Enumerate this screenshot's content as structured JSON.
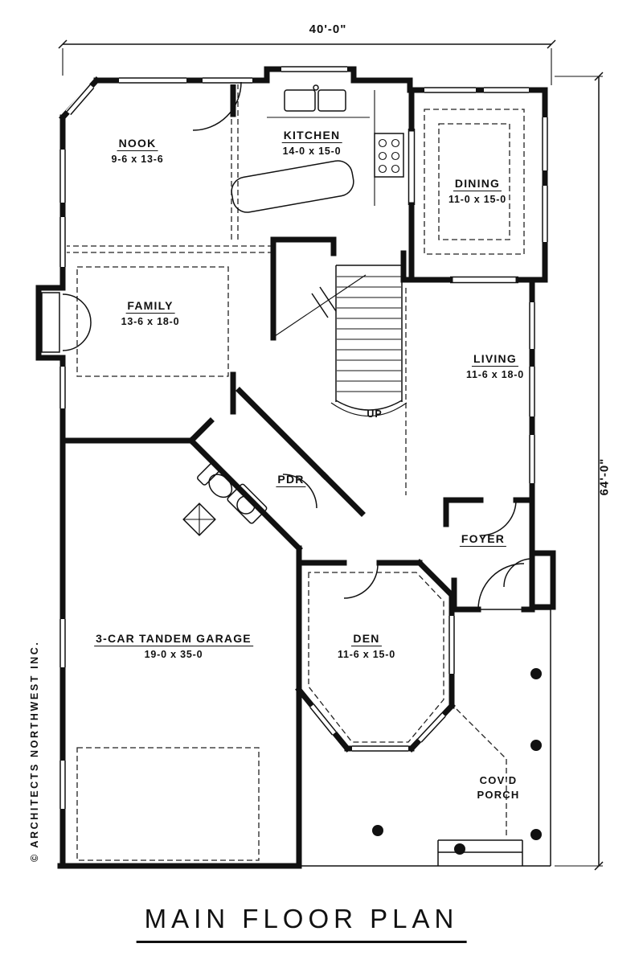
{
  "title": "MAIN FLOOR PLAN",
  "copyright": "© ARCHITECTS NORTHWEST INC.",
  "dimensions": {
    "width_label": "40'-0\"",
    "depth_label": "64'-0\""
  },
  "rooms": {
    "nook": {
      "name": "NOOK",
      "size": "9-6 x 13-6"
    },
    "kitchen": {
      "name": "KITCHEN",
      "size": "14-0 x 15-0"
    },
    "dining": {
      "name": "DINING",
      "size": "11-0 x 15-0"
    },
    "family": {
      "name": "FAMILY",
      "size": "13-6 x 18-0"
    },
    "living": {
      "name": "LIVING",
      "size": "11-6 x 18-0"
    },
    "pdr": {
      "name": "PDR"
    },
    "foyer": {
      "name": "FOYER"
    },
    "den": {
      "name": "DEN",
      "size": "11-6 x 15-0"
    },
    "garage": {
      "name": "3-CAR TANDEM GARAGE",
      "size": "19-0 x 35-0"
    },
    "porch": {
      "line1": "COV'D",
      "line2": "PORCH"
    }
  },
  "stairs": {
    "direction_label": "UP"
  },
  "colors": {
    "ink": "#111111",
    "paper": "#ffffff"
  }
}
